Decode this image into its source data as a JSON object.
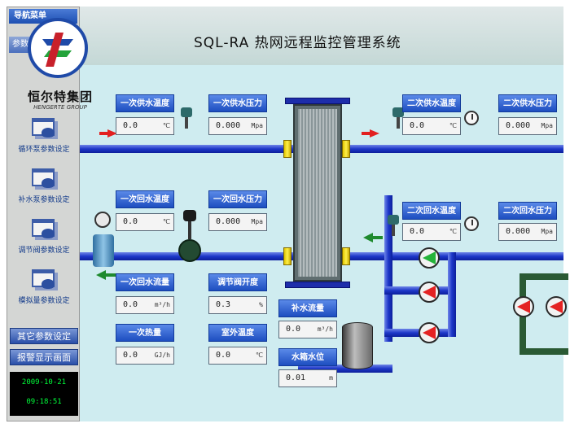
{
  "sidebar": {
    "header": "导航菜单",
    "subheader": "参数",
    "items": [
      {
        "label": "循环泵参数设定"
      },
      {
        "label": "补水泵参数设定"
      },
      {
        "label": "调节阀参数设定"
      },
      {
        "label": "模拟量参数设定"
      }
    ],
    "buttons": {
      "other_params": "其它参数设定",
      "alarm_display": "报警显示画面"
    },
    "clock": {
      "date": "2009-10-21",
      "time": "09:18:51"
    }
  },
  "logo": {
    "name": "恒尔特集团",
    "english": "HENGERTE GROUP"
  },
  "header": {
    "title": "SQL-RA  热网远程监控管理系统"
  },
  "readouts": [
    {
      "id": "primary-supply-temp",
      "label": "一次供水温度",
      "value": "0.0",
      "unit": "℃"
    },
    {
      "id": "primary-supply-pressure",
      "label": "一次供水压力",
      "value": "0.000",
      "unit": "Mpa"
    },
    {
      "id": "secondary-supply-temp",
      "label": "二次供水温度",
      "value": "0.0",
      "unit": "℃"
    },
    {
      "id": "secondary-supply-pressure",
      "label": "二次供水压力",
      "value": "0.000",
      "unit": "Mpa"
    },
    {
      "id": "primary-return-temp",
      "label": "一次回水温度",
      "value": "0.0",
      "unit": "℃"
    },
    {
      "id": "primary-return-pressure",
      "label": "一次回水压力",
      "value": "0.000",
      "unit": "Mpa"
    },
    {
      "id": "secondary-return-temp",
      "label": "二次回水温度",
      "value": "0.0",
      "unit": "℃"
    },
    {
      "id": "secondary-return-pressure",
      "label": "二次回水压力",
      "value": "0.000",
      "unit": "Mpa"
    },
    {
      "id": "primary-return-flow",
      "label": "一次回水流量",
      "value": "0.0",
      "unit": "m³/h"
    },
    {
      "id": "valve-opening",
      "label": "调节阀开度",
      "value": "0.3",
      "unit": "%"
    },
    {
      "id": "primary-heat",
      "label": "一次热量",
      "value": "0.0",
      "unit": "GJ/h"
    },
    {
      "id": "outdoor-temp",
      "label": "室外温度",
      "value": "0.0",
      "unit": "℃"
    },
    {
      "id": "makeup-flow",
      "label": "补水流量",
      "value": "0.0",
      "unit": "m³/h"
    },
    {
      "id": "tank-level",
      "label": "水箱水位",
      "value": "0.01",
      "unit": "m"
    }
  ],
  "colors": {
    "pipe": "#1d37c8",
    "panel_bg": "#cfecf0",
    "label_bg": "#1d4ec0",
    "pump_red": "#e42222",
    "pump_green": "#25b33a",
    "flange": "#fff04a"
  }
}
